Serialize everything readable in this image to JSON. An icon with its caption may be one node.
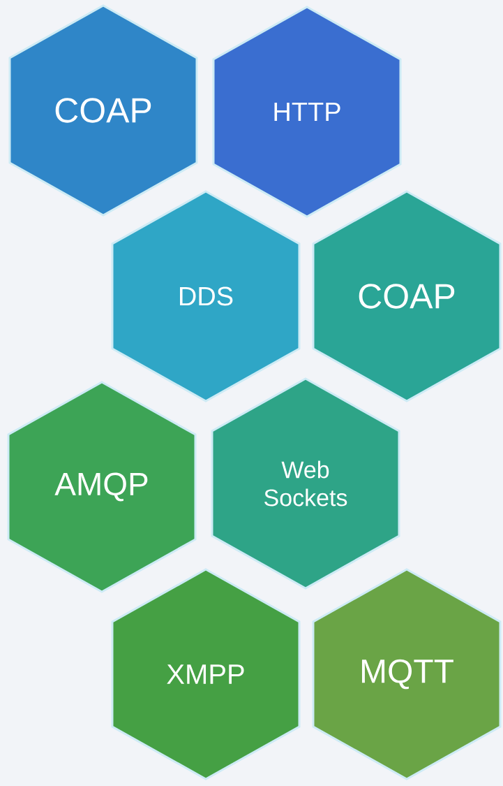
{
  "diagram": {
    "nodes": [
      {
        "text": [
          "COAP"
        ]
      },
      {
        "text": [
          "HTTP"
        ]
      },
      {
        "text": [
          "DDS"
        ]
      },
      {
        "text": [
          "COAP"
        ]
      },
      {
        "text": [
          "AMQP"
        ]
      },
      {
        "text": [
          "Web Sockets"
        ]
      },
      {
        "text": [
          "XMPP"
        ]
      },
      {
        "text": [
          "MQTT"
        ]
      }
    ]
  }
}
